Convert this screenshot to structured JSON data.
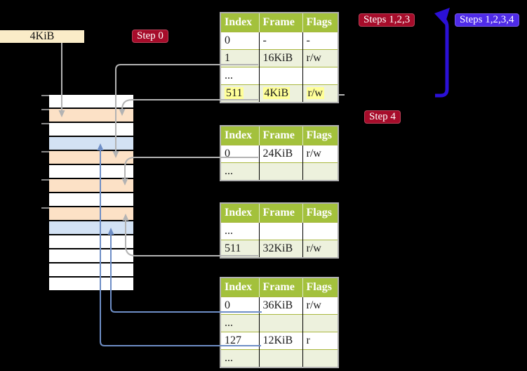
{
  "labels": {
    "frame_size": "4KiB"
  },
  "badges": {
    "step0": "Step 0",
    "steps123": "Steps 1,2,3",
    "steps1234": "Steps 1,2,3,4",
    "step4": "Step 4"
  },
  "stack": {
    "rows": [
      "white",
      "orange",
      "white",
      "blue",
      "orange",
      "white",
      "orange",
      "white",
      "orange",
      "blue",
      "white",
      "white",
      "white",
      "white"
    ]
  },
  "tables": {
    "t1": {
      "headers": [
        "Index",
        "Frame",
        "Flags"
      ],
      "rows": [
        {
          "index": "0",
          "frame": "-",
          "flags": "-"
        },
        {
          "index": "1",
          "frame": "16KiB",
          "flags": "r/w"
        },
        {
          "index": "...",
          "frame": "",
          "flags": ""
        },
        {
          "index": "511",
          "frame": "4KiB",
          "flags": "r/w",
          "highlighted": true
        }
      ]
    },
    "t2": {
      "headers": [
        "Index",
        "Frame",
        "Flags"
      ],
      "rows": [
        {
          "index": "0",
          "frame": "24KiB",
          "flags": "r/w"
        },
        {
          "index": "...",
          "frame": "",
          "flags": ""
        }
      ]
    },
    "t3": {
      "headers": [
        "Index",
        "Frame",
        "Flags"
      ],
      "rows": [
        {
          "index": "...",
          "frame": "",
          "flags": ""
        },
        {
          "index": "511",
          "frame": "32KiB",
          "flags": "r/w"
        }
      ]
    },
    "t4": {
      "headers": [
        "Index",
        "Frame",
        "Flags"
      ],
      "rows": [
        {
          "index": "0",
          "frame": "36KiB",
          "flags": "r/w"
        },
        {
          "index": "...",
          "frame": "",
          "flags": ""
        },
        {
          "index": "127",
          "frame": "12KiB",
          "flags": "r"
        },
        {
          "index": "...",
          "frame": "",
          "flags": ""
        }
      ]
    }
  },
  "colors": {
    "table_header_green": "#a3c13c",
    "table_row_green": "#edf1dd",
    "row_separator_green": "#a9b73e",
    "highlight_yellow": "#ffff99",
    "frame_label_cream": "#faecc8",
    "badge_red": "#a60c2a",
    "badge_blue": "#4f2be8",
    "arrow_blue_thick": "#2b10d6",
    "connector_gray": "#b3b3b3",
    "connector_blue": "#6e8ec6",
    "stack_orange": "#fce1c6",
    "stack_blue": "#d3e2f4",
    "stack_white": "#ffffff",
    "tick_gray": "#8a8a8a"
  }
}
